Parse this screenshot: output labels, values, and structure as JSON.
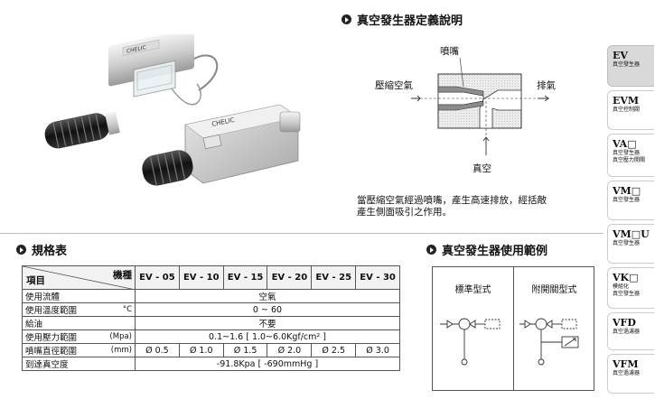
{
  "sections": {
    "definition_title": "真空發生器定義說明",
    "spec_title": "規格表",
    "usage_title": "真空發生器使用範例"
  },
  "diagram": {
    "nozzle_label": "噴嘴",
    "inlet_label": "壓縮空氣",
    "outlet_label": "排氣",
    "vacuum_label": "真空"
  },
  "description": [
    "當壓縮空氣經過噴嘴，產生高速排放，經括敵",
    "產生側面吸引之作用。"
  ],
  "photo": {
    "brand_text": "CHELIC"
  },
  "spec_table": {
    "corner_top": "機種",
    "corner_bottom": "項目",
    "models": [
      "EV - 05",
      "EV - 10",
      "EV - 15",
      "EV - 20",
      "EV - 25",
      "EV - 30"
    ],
    "rows": [
      {
        "item": "使用流體",
        "unit": "",
        "value": "空氣"
      },
      {
        "item": "使用溫度範圍",
        "unit": "°C",
        "value": "0 ~ 60"
      },
      {
        "item": "給油",
        "unit": "",
        "value": "不要"
      },
      {
        "item": "使用壓力範圍",
        "unit": "(Mpa)",
        "value": "0.1~1.6 [ 1.0~6.0Kgf/cm² ]"
      },
      {
        "item": "噴嘴直徑範圍",
        "unit": "(mm)",
        "values": [
          "Ø 0.5",
          "Ø 1.0",
          "Ø 1.5",
          "Ø 2.0",
          "Ø 2.5",
          "Ø 3.0"
        ]
      },
      {
        "item": "到達真空度",
        "unit": "",
        "value": "-91.8Kpa [ -690mmHg ]"
      }
    ]
  },
  "usage": {
    "col_standard": "標準型式",
    "col_valve": "附開關型式"
  },
  "tabs": [
    {
      "code": "EV",
      "sub": [
        "真空發生器"
      ],
      "active": true
    },
    {
      "code": "EVM",
      "sub": [
        "真空控制閥"
      ],
      "active": false
    },
    {
      "code": "VA□",
      "sub": [
        "真空發生器",
        "真空壓力開關"
      ],
      "active": false
    },
    {
      "code": "VM□",
      "sub": [
        "真空發生器"
      ],
      "active": false
    },
    {
      "code": "VM□U",
      "sub": [
        "真空發生器"
      ],
      "active": false
    },
    {
      "code": "VK□",
      "sub": [
        "模組化",
        "真空發生器"
      ],
      "active": false
    },
    {
      "code": "VFD",
      "sub": [
        "真空過濾器"
      ],
      "active": false
    },
    {
      "code": "VFM",
      "sub": [
        "真空過濾器"
      ],
      "active": false
    }
  ]
}
